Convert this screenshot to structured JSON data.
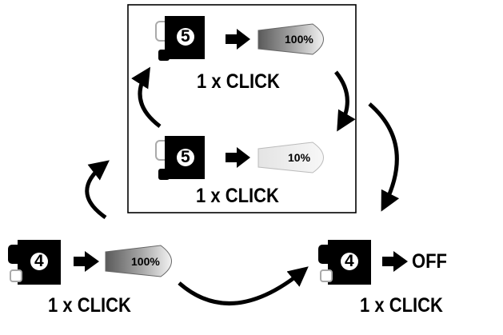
{
  "steps": {
    "top_box_upper": {
      "mode_number": "5",
      "beam_label": "100%",
      "action": "1 x CLICK"
    },
    "top_box_lower": {
      "mode_number": "5",
      "beam_label": "10%",
      "action": "1 x CLICK"
    },
    "bottom_left": {
      "mode_number": "4",
      "beam_label": "100%",
      "action": "1 x CLICK"
    },
    "bottom_right": {
      "mode_number": "4",
      "result": "OFF",
      "action": "1 x CLICK"
    }
  },
  "colors": {
    "ink": "#000000",
    "beam_full": "gradient dark-to-light gray",
    "beam_dim": "light gray"
  },
  "icons": [
    "flashlight-head-icon",
    "mode-number-badge",
    "right-arrow-icon",
    "light-beam-icon",
    "curved-arrow-icon"
  ]
}
